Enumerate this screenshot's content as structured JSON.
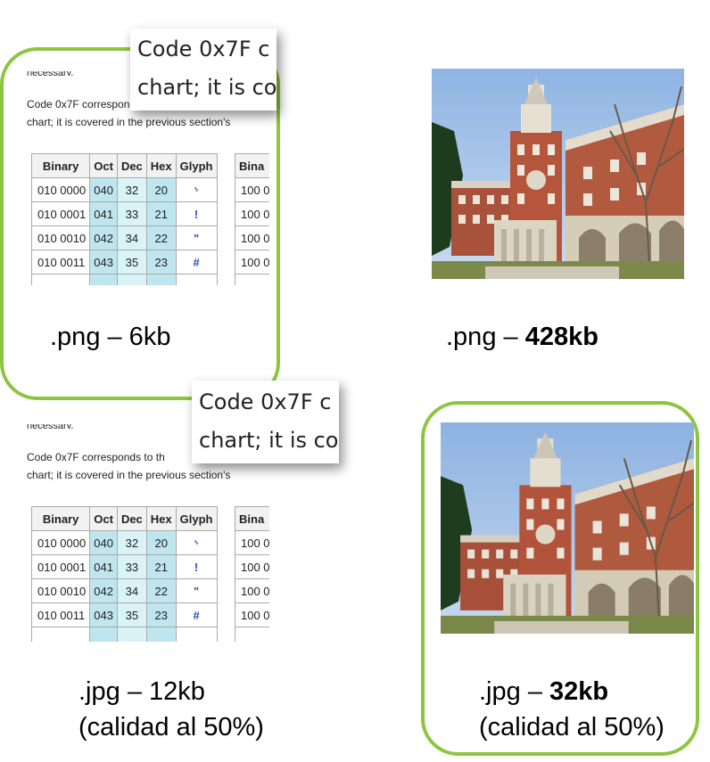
{
  "ascii_excerpt": {
    "paragraph_line1": "Code 0x7F corresponds to th",
    "paragraph_line2": "chart; it is covered in the previous section's",
    "zoom_line1": "Code 0x7F c",
    "zoom_line2": "chart; it is co",
    "headers": [
      "Binary",
      "Oct",
      "Dec",
      "Hex",
      "Glyph"
    ],
    "second_table_header": "Bina",
    "rows": [
      {
        "binary": "010 0000",
        "oct": "040",
        "dec": "32",
        "hex": "20",
        "glyph": "␠"
      },
      {
        "binary": "010 0001",
        "oct": "041",
        "dec": "33",
        "hex": "21",
        "glyph": "!"
      },
      {
        "binary": "010 0010",
        "oct": "042",
        "dec": "34",
        "hex": "22",
        "glyph": "\""
      },
      {
        "binary": "010 0011",
        "oct": "043",
        "dec": "35",
        "hex": "23",
        "glyph": "#"
      }
    ],
    "second_table_cells": [
      "100 0",
      "100 0",
      "100 0",
      "100 0"
    ]
  },
  "captions": {
    "png_text": {
      "prefix": ".png – 6kb",
      "bold": ""
    },
    "png_photo": {
      "prefix": ".png – ",
      "bold": "428kb"
    },
    "jpg_text": {
      "line1_prefix": ".jpg – 12kb",
      "line1_bold": "",
      "line2": "(calidad al 50%)"
    },
    "jpg_photo": {
      "line1_prefix": ".jpg – ",
      "line1_bold": "32kb",
      "line2": "(calidad al 50%)"
    }
  },
  "colors": {
    "highlight_frame": "#8cc63f",
    "oct_hex_column": "#bfe6ef",
    "dec_column": "#d9f3f7"
  }
}
